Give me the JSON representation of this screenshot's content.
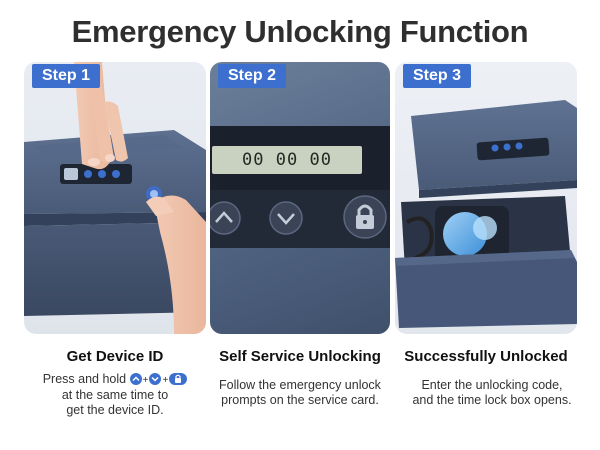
{
  "title": "Emergency Unlocking Function",
  "steps": [
    {
      "badge": "Step 1",
      "heading": "Get Device ID",
      "text_part1": "Press and hold",
      "text_part2": "at the same time to",
      "text_part3": "get the device ID."
    },
    {
      "badge": "Step 2",
      "heading": "Self Service Unlocking",
      "text_line1": "Follow the emergency unlock",
      "text_line2": "prompts on the service card.",
      "display_code": "00 00 00"
    },
    {
      "badge": "Step 3",
      "heading": "Successfully Unlocked",
      "text_line1": "Enter the unlocking code,",
      "text_line2": "and the time lock box opens."
    }
  ],
  "icons": [
    "up-arrow-icon",
    "down-arrow-icon",
    "lock-icon"
  ],
  "colors": {
    "accent": "#3d6fcf",
    "device": "#4d5f7e",
    "lcd": "#c9d2c0"
  }
}
